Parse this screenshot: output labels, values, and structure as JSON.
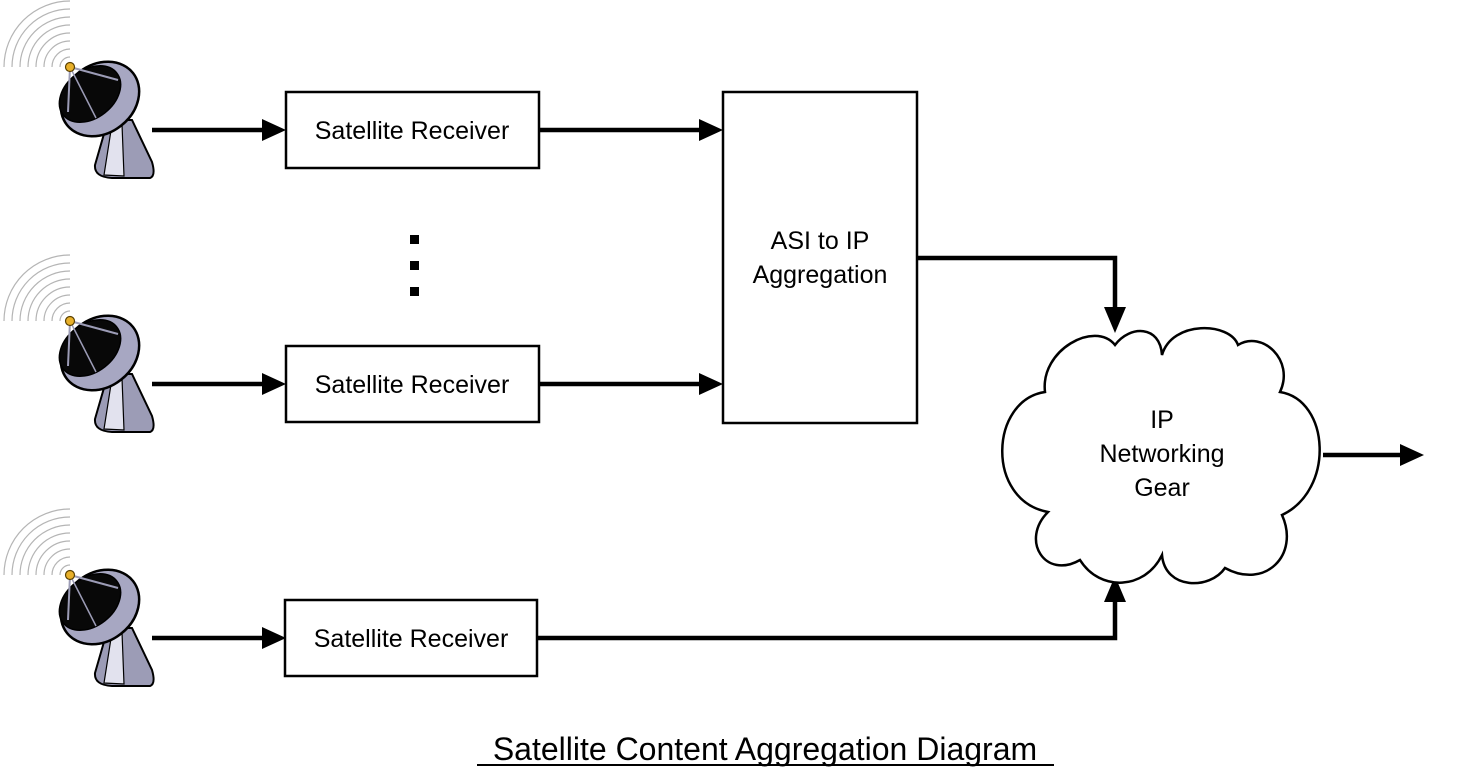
{
  "diagram": {
    "title": "Satellite Content Aggregation Diagram",
    "receivers": [
      {
        "label": "Satellite Receiver"
      },
      {
        "label": "Satellite Receiver"
      },
      {
        "label": "Satellite Receiver"
      }
    ],
    "aggregator": {
      "line1": "ASI to IP",
      "line2": "Aggregation"
    },
    "network": {
      "line1": "IP",
      "line2": "Networking",
      "line3": "Gear"
    },
    "icons": {
      "dish": "satellite-dish-icon",
      "cloud": "cloud-icon"
    }
  }
}
